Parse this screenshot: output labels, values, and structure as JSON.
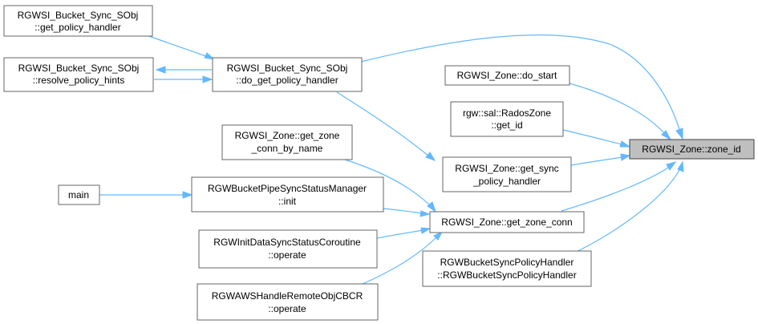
{
  "graph": {
    "target": {
      "lines": [
        "RGWSI_Zone::zone_id"
      ]
    },
    "nodes": {
      "bss_get_policy_handler": {
        "lines": [
          "RGWSI_Bucket_Sync_SObj",
          "::get_policy_handler"
        ]
      },
      "bss_resolve_policy_hints": {
        "lines": [
          "RGWSI_Bucket_Sync_SObj",
          "::resolve_policy_hints"
        ]
      },
      "bss_do_get_policy_handler": {
        "lines": [
          "RGWSI_Bucket_Sync_SObj",
          "::do_get_policy_handler"
        ]
      },
      "zone_do_start": {
        "lines": [
          "RGWSI_Zone::do_start"
        ]
      },
      "radoszone_get_id": {
        "lines": [
          "rgw::sal::RadosZone",
          "::get_id"
        ]
      },
      "zone_get_zone_conn_by_name": {
        "lines": [
          "RGWSI_Zone::get_zone",
          "_conn_by_name"
        ]
      },
      "zone_get_sync_policy_handler": {
        "lines": [
          "RGWSI_Zone::get_sync",
          "_policy_handler"
        ]
      },
      "main": {
        "lines": [
          "main"
        ]
      },
      "bucket_pipe_init": {
        "lines": [
          "RGWBucketPipeSyncStatusManager",
          "::init"
        ]
      },
      "zone_get_zone_conn": {
        "lines": [
          "RGWSI_Zone::get_zone_conn"
        ]
      },
      "init_data_sync_operate": {
        "lines": [
          "RGWInitDataSyncStatusCoroutine",
          "::operate"
        ]
      },
      "bucket_sync_policy_handler": {
        "lines": [
          "RGWBucketSyncPolicyHandler",
          "::RGWBucketSyncPolicyHandler"
        ]
      },
      "aws_handle_remote_operate": {
        "lines": [
          "RGWAWSHandleRemoteObjCBCR",
          "::operate"
        ]
      }
    },
    "colors": {
      "edge": "#63b8ff",
      "node_border": "#666666",
      "focus_fill": "#bfbfbf"
    }
  }
}
